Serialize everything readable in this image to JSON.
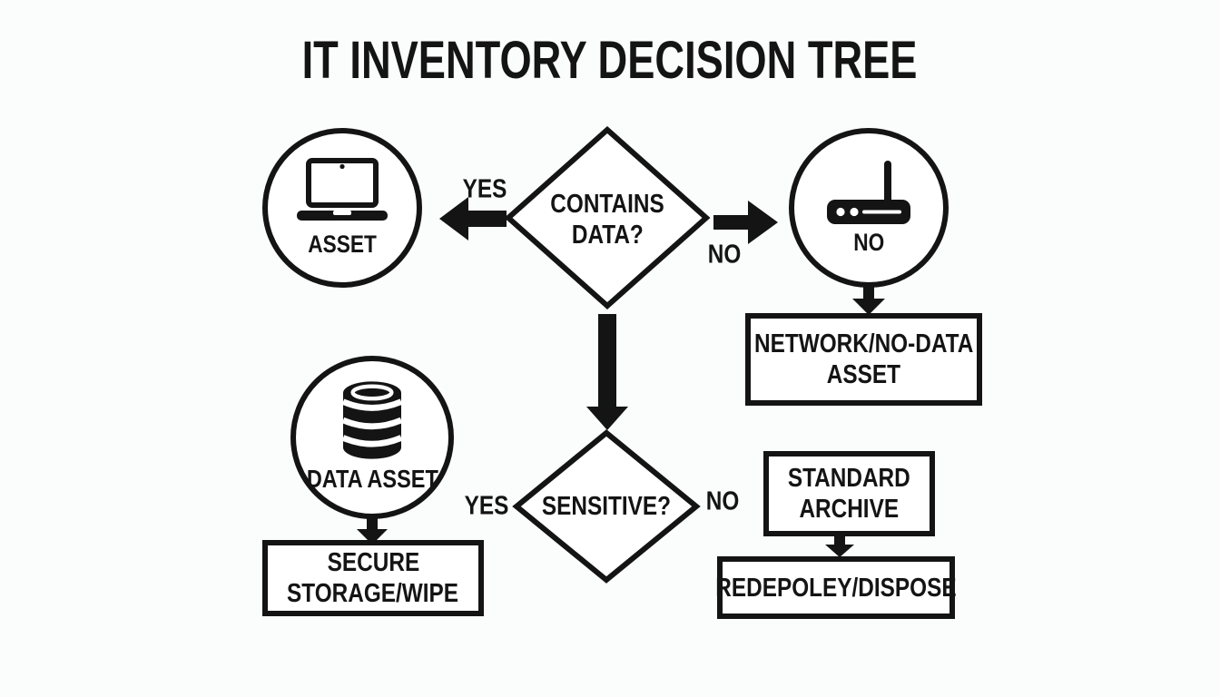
{
  "title": "IT INVENTORY DECISION TREE",
  "nodes": {
    "asset": {
      "label": "ASSET",
      "icon": "laptop-icon"
    },
    "contains_data": {
      "line1": "CONTAINS",
      "line2": "DATA?"
    },
    "router": {
      "label": "NO",
      "icon": "wifi-router-icon"
    },
    "sensitive": {
      "label": "SENSITIVE?"
    },
    "data_asset": {
      "label": "DATA ASSET",
      "icon": "database-icon"
    }
  },
  "boxes": {
    "network": {
      "line1": "NETWORK/NO-DATA",
      "line2": "ASSET"
    },
    "secure": {
      "line1": "SECURE",
      "line2": "STORAGE/WIPE"
    },
    "archive": {
      "line1": "STANDARD",
      "line2": "ARCHIVE"
    },
    "redeploy": {
      "label": "REDEPOLEY/DISPOSE"
    }
  },
  "edges": {
    "contains_yes": "YES",
    "contains_no": "NO",
    "sensitive_yes": "YES",
    "sensitive_no": "NO"
  },
  "colors": {
    "ink": "#141414",
    "background": "#fbfcfc"
  }
}
